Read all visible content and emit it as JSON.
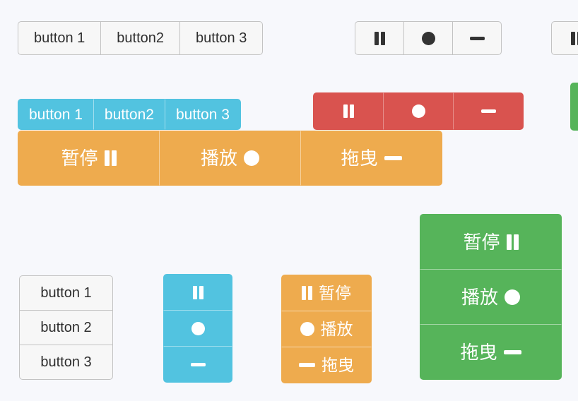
{
  "background_color": "#f7f8fc",
  "palette": {
    "default_bg": "#f7f7f7",
    "default_border": "#c3c3c3",
    "default_text": "#2e2e2e",
    "info": "#52c3e0",
    "danger": "#d9534f",
    "warning": "#eeab4e",
    "success": "#56b45a",
    "on_color_text": "#ffffff"
  },
  "icons": {
    "pause": "pause-icon",
    "record": "record-icon",
    "dash": "dash-icon"
  },
  "groups": {
    "top_default_text": {
      "orientation": "horizontal",
      "variant": "default",
      "buttons": [
        {
          "label": "button 1"
        },
        {
          "label": "button2"
        },
        {
          "label": "button 3"
        }
      ]
    },
    "top_default_icons": {
      "orientation": "horizontal",
      "variant": "default",
      "buttons": [
        {
          "icon": "pause-icon"
        },
        {
          "icon": "record-icon"
        },
        {
          "icon": "dash-icon"
        }
      ]
    },
    "top_clipped_icons": {
      "orientation": "horizontal",
      "variant": "default",
      "clipped": "true",
      "buttons": [
        {
          "icon": "pause-icon"
        }
      ]
    },
    "info_text": {
      "orientation": "horizontal",
      "variant": "info",
      "buttons": [
        {
          "label": "button 1"
        },
        {
          "label": "button2"
        },
        {
          "label": "button 3"
        }
      ]
    },
    "danger_icons": {
      "orientation": "horizontal",
      "variant": "danger",
      "buttons": [
        {
          "icon": "pause-icon"
        },
        {
          "icon": "record-icon"
        },
        {
          "icon": "dash-icon"
        }
      ]
    },
    "success_clipped": {
      "orientation": "horizontal",
      "variant": "success",
      "clipped": "true",
      "buttons": [
        {
          "label": ""
        }
      ]
    },
    "warning_big": {
      "orientation": "horizontal",
      "variant": "warning",
      "icon_position": "after",
      "buttons": [
        {
          "label": "暂停",
          "icon": "pause-icon"
        },
        {
          "label": "播放",
          "icon": "record-icon"
        },
        {
          "label": "拖曳",
          "icon": "dash-icon"
        }
      ]
    },
    "bottom_default_text": {
      "orientation": "vertical",
      "variant": "default",
      "buttons": [
        {
          "label": "button 1"
        },
        {
          "label": "button 2"
        },
        {
          "label": "button 3"
        }
      ]
    },
    "bottom_info_icons": {
      "orientation": "vertical",
      "variant": "info",
      "buttons": [
        {
          "icon": "pause-icon"
        },
        {
          "icon": "record-icon"
        },
        {
          "icon": "dash-icon"
        }
      ]
    },
    "bottom_warning_text": {
      "orientation": "vertical",
      "variant": "warning",
      "icon_position": "before",
      "buttons": [
        {
          "icon": "pause-icon",
          "label": "暂停"
        },
        {
          "icon": "record-icon",
          "label": "播放"
        },
        {
          "icon": "dash-icon",
          "label": "拖曳"
        }
      ]
    },
    "right_success_text": {
      "orientation": "vertical",
      "variant": "success",
      "icon_position": "after",
      "buttons": [
        {
          "label": "暂停",
          "icon": "pause-icon"
        },
        {
          "label": "播放",
          "icon": "record-icon"
        },
        {
          "label": "拖曳",
          "icon": "dash-icon"
        }
      ]
    }
  }
}
